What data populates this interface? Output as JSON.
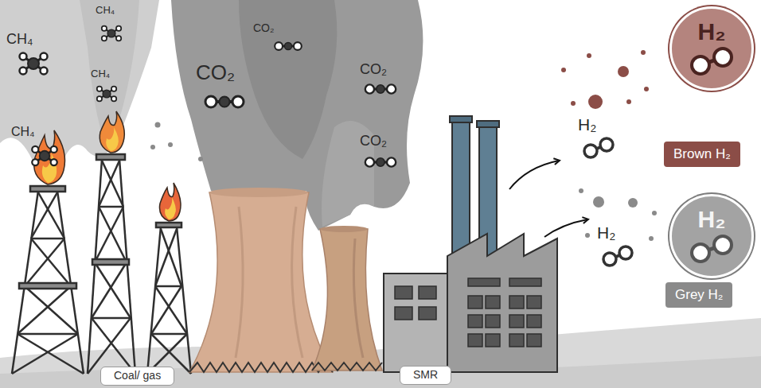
{
  "diagram": {
    "nodes": [
      {
        "text": [
          "H₂"
        ]
      },
      {
        "text": [
          "Brown H₂"
        ]
      },
      {
        "text": [
          "H₂"
        ]
      },
      {
        "text": [
          "Grey H₂"
        ]
      },
      {
        "text": [
          "Coal/ gas"
        ]
      },
      {
        "text": [
          "SMR"
        ]
      }
    ],
    "labels": [
      "CH₄",
      "CH₄",
      "CH₄",
      "CH₄",
      "CO₂",
      "CO₂",
      "CO₂",
      "CO₂",
      "H₂",
      "H₂"
    ]
  }
}
